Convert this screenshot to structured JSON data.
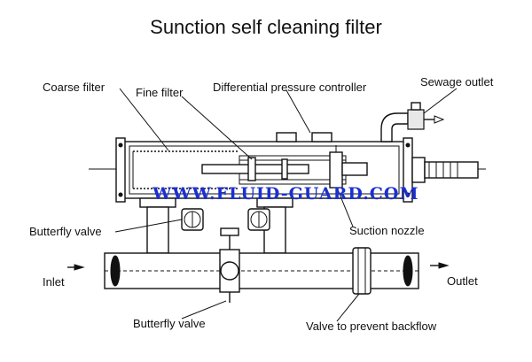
{
  "title": "Sunction self cleaning filter",
  "labels": {
    "coarse_filter": "Coarse filter",
    "fine_filter": "Fine filter",
    "differential_pressure_controller": "Differential pressure controller",
    "sewage_outlet": "Sewage outlet",
    "butterfly_valve_top": "Butterfly valve",
    "suction_nozzle": "Suction nozzle",
    "inlet": "Inlet",
    "outlet": "Outlet",
    "butterfly_valve_bottom": "Butterfly valve",
    "valve_to_prevent_backflow": "Valve to prevent backflow"
  },
  "watermark": "WWW.FLUID-GUARD.COM"
}
